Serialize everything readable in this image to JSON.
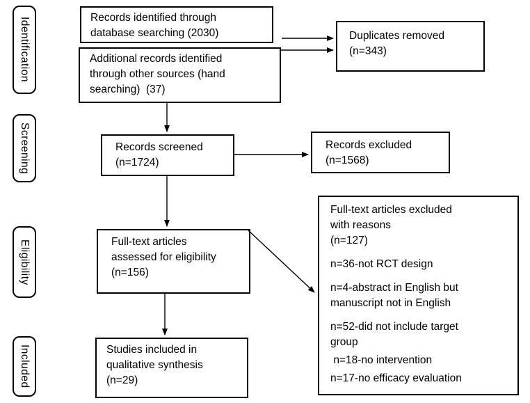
{
  "diagram": {
    "kind": "PRISMA flow diagram",
    "colors": {
      "line": "#000000",
      "background": "#ffffff",
      "text": "#000000"
    },
    "stages": {
      "identification": "Identification",
      "screening": "Screening",
      "eligibility": "Eligibility",
      "included": "Included"
    },
    "boxes": {
      "records_identified": {
        "lines": [
          "Records identified through",
          "database searching (2030)"
        ]
      },
      "additional_records": {
        "lines": [
          "Additional records identified",
          "through other sources (hand",
          "searching)  (37)"
        ]
      },
      "duplicates_removed": {
        "lines": [
          "Duplicates removed",
          "(n=343)"
        ]
      },
      "records_screened": {
        "lines": [
          "Records screened",
          "(n=1724)"
        ]
      },
      "records_excluded": {
        "lines": [
          "Records excluded",
          "(n=1568)"
        ]
      },
      "fulltext_assessed": {
        "lines": [
          "Full-text articles",
          "assessed for eligibility",
          "(n=156)"
        ]
      },
      "fulltext_excluded": {
        "lines": [
          {
            "text": "Full-text articles excluded"
          },
          {
            "text": "with reasons"
          },
          {
            "text": "(n=127)"
          },
          {
            "text": "n=36-not RCT design",
            "gap": true
          },
          {
            "text": "n=4-abstract in English but",
            "gap": true
          },
          {
            "text": "manuscript not in English"
          },
          {
            "text": "n=52-did not include target",
            "gap": true
          },
          {
            "text": "group"
          },
          {
            "text": " n=18-no intervention",
            "gap_small": true
          },
          {
            "text": "n=17-no efficacy evaluation",
            "gap_small": true
          }
        ]
      },
      "studies_included": {
        "lines": [
          "Studies included in",
          "qualitative synthesis",
          "(n=29)"
        ]
      }
    }
  }
}
